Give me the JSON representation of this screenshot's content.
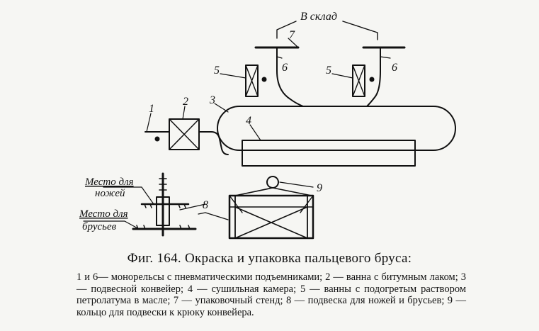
{
  "labels": {
    "to_warehouse": "В склад",
    "place_knives_1": "Место для",
    "place_knives_2": "ножей",
    "place_bars_1": "Место для",
    "place_bars_2": "брусьев",
    "n1": "1",
    "n2": "2",
    "n3": "3",
    "n4": "4",
    "n5a": "5",
    "n5b": "5",
    "n6a": "6",
    "n6b": "6",
    "n7": "7",
    "n8": "8",
    "n9": "9"
  },
  "caption": "Фиг. 164. Окраска и упаковка пальцевого бруса:",
  "legend": "1 и 6— монорельсы с пневматическими подъемниками; 2 — ванна с битумным лаком; 3 — подвесной конвейер; 4 — сушильная камера; 5 — ванны с подогретым раствором петролатума в масле; 7 — упаковочный стенд; 8 — подвеска для ножей и брусьев; 9 — кольцо для подвески к крюку конвейера."
}
